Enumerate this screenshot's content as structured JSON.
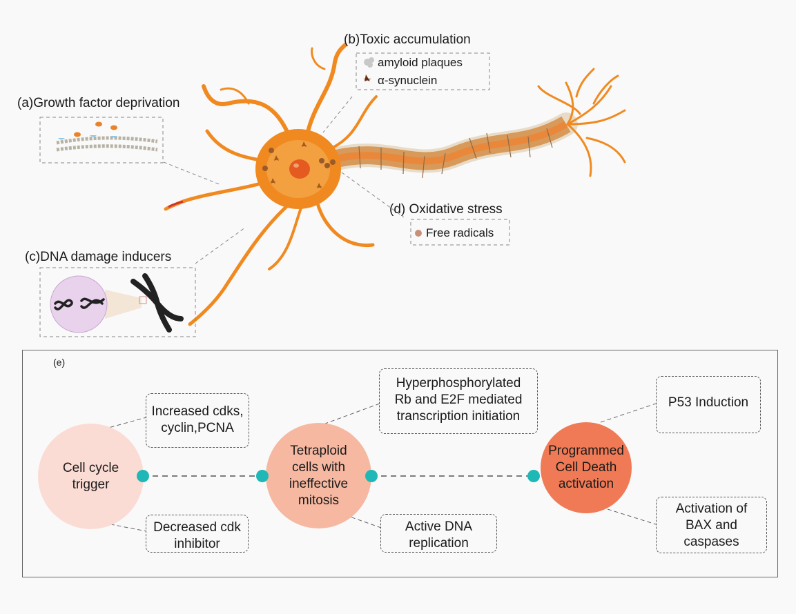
{
  "labels": {
    "a": "(a)Growth factor deprivation",
    "b": "(b)Toxic accumulation",
    "b_item1": "amyloid plaques",
    "b_item2": "α-synuclein",
    "c": "(c)DNA damage inducers",
    "d": "(d) Oxidative stress",
    "d_item1": "Free radicals",
    "e": "(e)"
  },
  "pathway": {
    "circles": [
      {
        "text": "Cell cycle\ntrigger",
        "color": "#fbdcd4"
      },
      {
        "text": "Tetraploid\ncells with\nineffective\nmitosis",
        "color": "#f6b8a1"
      },
      {
        "text": "Programmed\nCell Death\nactivation",
        "color": "#ef7a55"
      }
    ],
    "boxes": {
      "increased": "Increased cdks,\ncyclin,PCNA",
      "decreased": "Decreased cdk\ninhibitor",
      "hyper": "Hyperphosphorylated\nRb  and E2F mediated\ntranscription initiation",
      "active": "Active DNA\nreplication",
      "p53": "P53 Induction",
      "bax": "Activation of\nBAX and\ncaspases"
    },
    "connector_color": "#1fb8b6"
  }
}
